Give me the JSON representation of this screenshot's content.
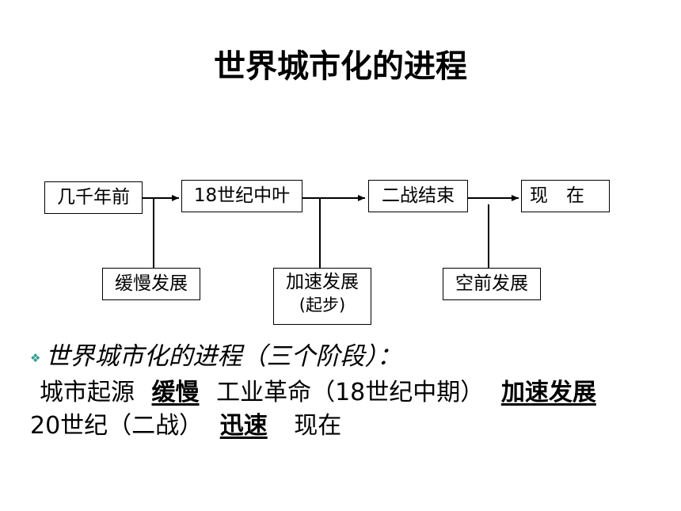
{
  "title": "世界城市化的进程",
  "timeline": {
    "stages": [
      "几千年前",
      "18世纪中叶",
      "二战结束",
      "现　在"
    ],
    "phases": [
      {
        "label": "缓慢发展",
        "sub": ""
      },
      {
        "label": "加速发展",
        "sub": "(起步)"
      },
      {
        "label": "空前发展",
        "sub": ""
      }
    ]
  },
  "bullet": {
    "text": "世界城市化的进程（三个阶段）："
  },
  "paragraph": {
    "t1": "城市起源",
    "u1": "缓慢",
    "t2": "工业革命（18世纪中期）",
    "u2": "加速发展",
    "t3": "20世纪（二战）",
    "u3": "迅速",
    "t4": "现在"
  },
  "colors": {
    "bullet": "#2a9d8f",
    "text": "#000000"
  }
}
